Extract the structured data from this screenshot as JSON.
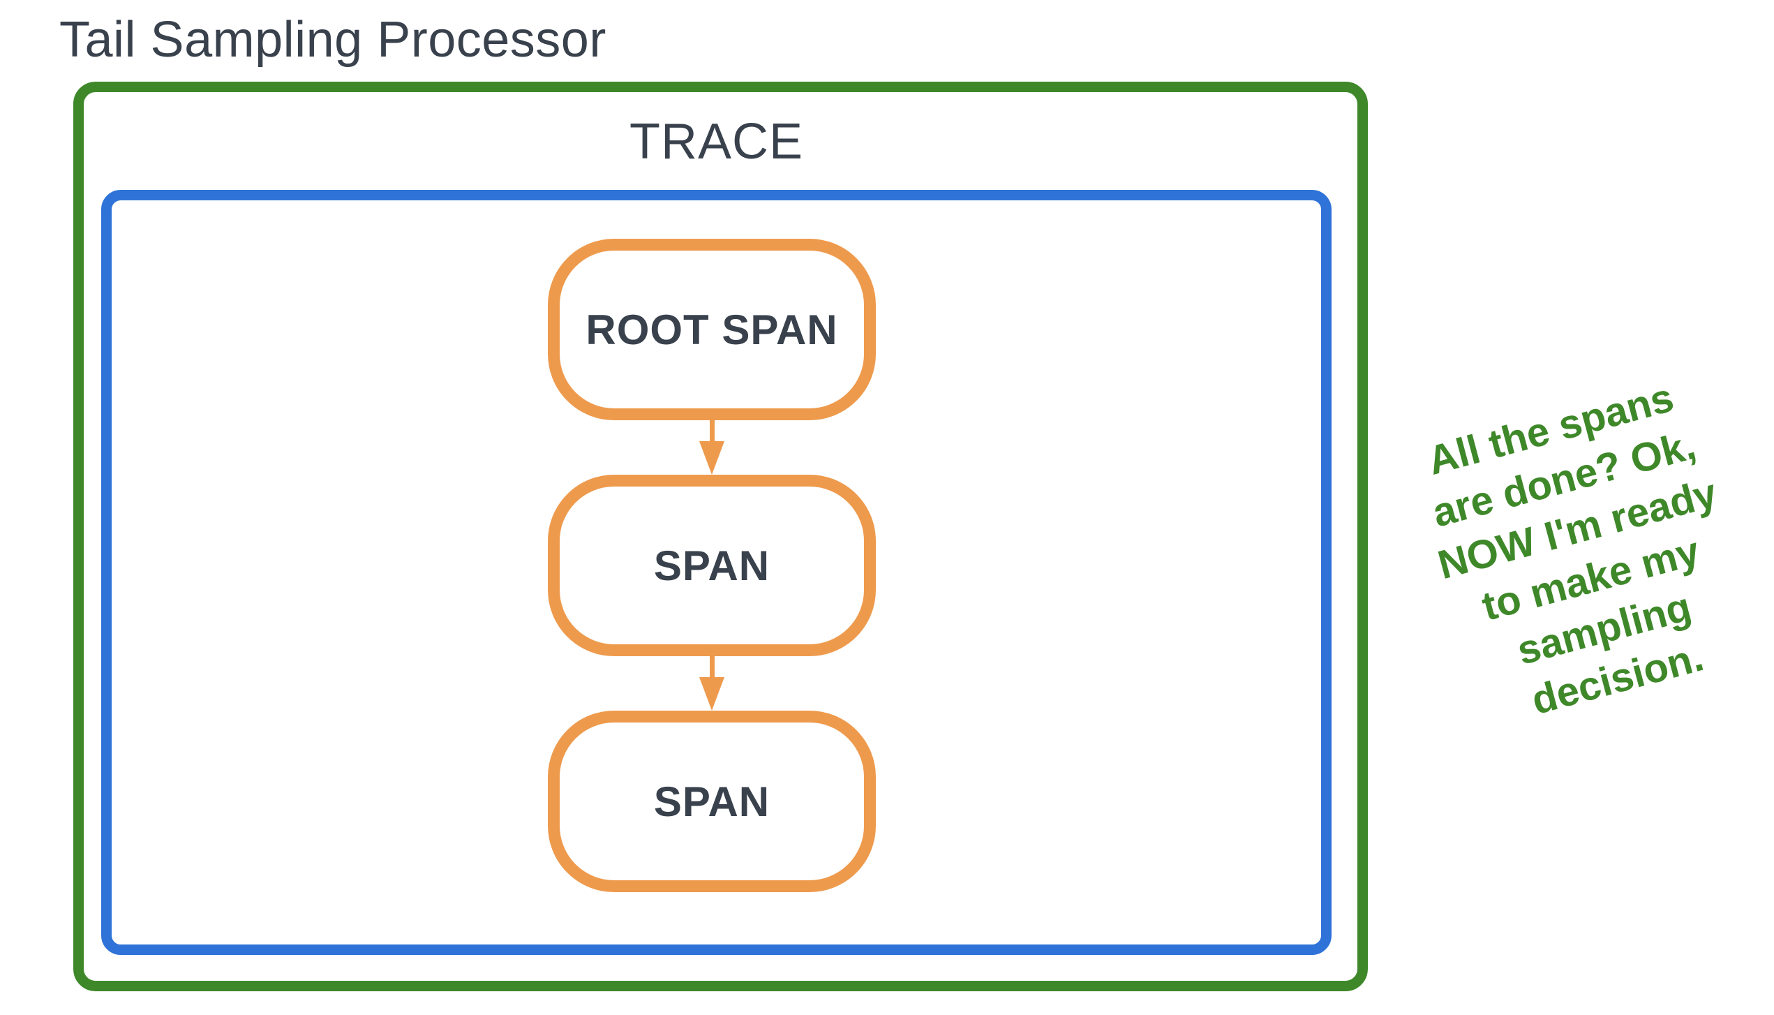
{
  "title": "Tail Sampling Processor",
  "trace": {
    "label": "TRACE"
  },
  "nodes": [
    {
      "label": "ROOT SPAN"
    },
    {
      "label": "SPAN"
    },
    {
      "label": "SPAN"
    }
  ],
  "annotation": {
    "lines": [
      "All the spans",
      "are done? Ok,",
      "NOW I'm ready",
      "to make my",
      "sampling",
      "decision."
    ]
  },
  "colors": {
    "green": "#3E8829",
    "blue": "#2F73D8",
    "orange": "#EE9A4D",
    "ink": "#39414D"
  }
}
